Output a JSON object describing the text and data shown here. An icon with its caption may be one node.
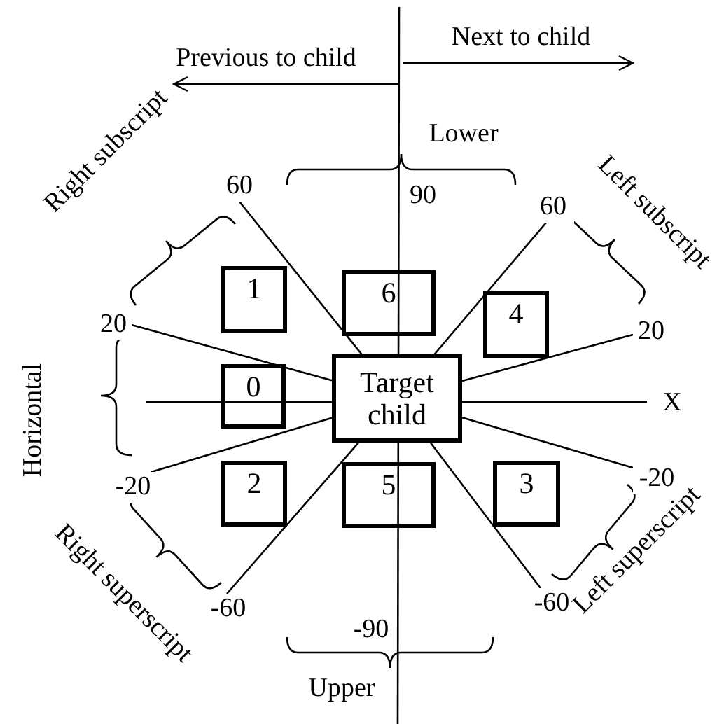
{
  "diagram": {
    "nodes": [
      {
        "text": [
          "60"
        ]
      },
      {
        "text": [
          "60"
        ]
      },
      {
        "text": [
          "1"
        ]
      },
      {
        "text": [
          "6"
        ]
      },
      {
        "text": [
          "4"
        ]
      },
      {
        "text": [
          "20"
        ]
      },
      {
        "text": [
          "20"
        ]
      },
      {
        "text": [
          "0"
        ]
      },
      {
        "text": [
          "Target child"
        ]
      },
      {
        "text": [
          "-20"
        ]
      },
      {
        "text": [
          "2"
        ]
      },
      {
        "text": [
          "5"
        ]
      },
      {
        "text": [
          "3"
        ]
      },
      {
        "text": [
          "-20"
        ]
      },
      {
        "text": [
          "-60"
        ]
      },
      {
        "text": [
          "-60"
        ]
      }
    ],
    "edges": [
      {
        "from": 8,
        "to": 0,
        "arrow": "none"
      },
      {
        "from": 8,
        "to": 1,
        "arrow": "none"
      },
      {
        "from": 8,
        "to": 5,
        "arrow": "none"
      },
      {
        "from": 8,
        "to": 6,
        "arrow": "none"
      },
      {
        "from": 8,
        "to": 9,
        "arrow": "none"
      },
      {
        "from": 8,
        "to": 13,
        "arrow": "none"
      },
      {
        "from": 8,
        "to": 14,
        "arrow": "none"
      },
      {
        "from": 8,
        "to": 15,
        "arrow": "none"
      }
    ],
    "labels": [
      "Previous to child",
      "Next to child",
      "Right subscript",
      "Lower",
      "90",
      "Left subscript",
      "Horizontal",
      "X",
      "Right superscript",
      "Left superscript",
      "-90",
      "Upper"
    ]
  }
}
